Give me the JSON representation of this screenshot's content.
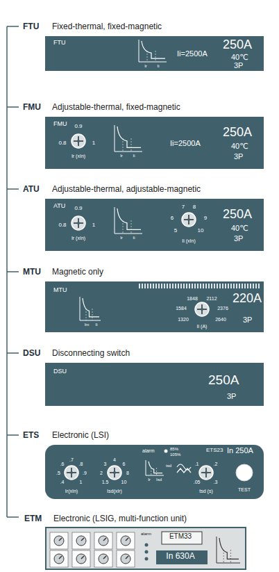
{
  "diagram": {
    "nodes": [
      {
        "text": [
          "FTU",
          "Fixed-thermal, fixed-magnetic",
          "FTU",
          "Ir",
          "Ii",
          "Ii=2500A",
          "250A",
          "40℃",
          "3P"
        ]
      },
      {
        "text": [
          "FMU",
          "Adjustable-thermal, fixed-magnetic",
          "FMU",
          "0.9",
          "0.8",
          "1",
          "Ir (xIn)",
          "Ir",
          "Ii",
          "Ii=2500A",
          "250A",
          "40℃",
          "3P"
        ]
      },
      {
        "text": [
          "ATU",
          "Adjustable-thermal, adjustable-magnetic",
          "ATU",
          "0.9",
          "0.8",
          "1",
          "Ir (xIn)",
          "Ir",
          "Ii",
          "7",
          "8",
          "6",
          "9",
          "5",
          "10",
          "Ii (xIn)",
          "250A",
          "40℃",
          "3P"
        ]
      },
      {
        "text": [
          "MTU",
          "Magnetic only",
          "MTU",
          "Im",
          "Ii",
          "1848",
          "2112",
          "1584",
          "2376",
          "1320",
          "2640",
          "Ii (A)",
          "220A",
          "3P"
        ]
      },
      {
        "text": [
          "DSU",
          "Disconnecting switch",
          "DSU",
          "250A",
          "3P"
        ]
      },
      {
        "text": [
          "ETS",
          "Electronic (LSI)",
          "Ir(xIn)",
          ".4",
          ".5",
          ".6",
          ".7",
          ".8",
          ".9",
          "1",
          "Isd(xIr)",
          "1.5",
          "2",
          "3",
          "4",
          "6",
          "8",
          "10",
          "alarm",
          "85%",
          "105%",
          "Ir",
          "Isd",
          "tsd",
          "tsd (s)",
          ".05",
          ".1",
          ".2",
          ".3",
          "ETS23",
          "In 250A",
          "TEST"
        ]
      },
      {
        "text": [
          "ETM",
          "Electronic (LSIG, multi-function unit)",
          "ETM33",
          "In 630A",
          "alarm"
        ]
      }
    ]
  }
}
